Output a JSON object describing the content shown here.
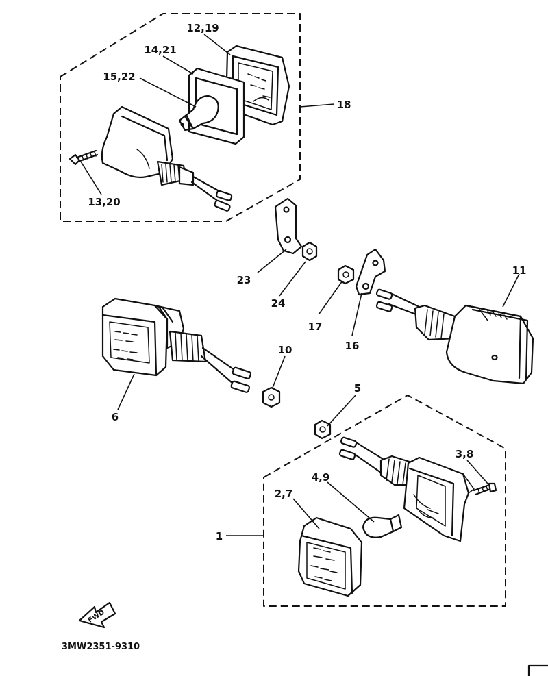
{
  "diagram": {
    "type": "exploded-parts-diagram",
    "drawing_code": "3MW2351-9310",
    "fwd_arrow_label": "FWD",
    "callouts": [
      {
        "id": "c-1",
        "text": "1"
      },
      {
        "id": "c-2-7",
        "text": "2,7"
      },
      {
        "id": "c-3-8",
        "text": "3,8"
      },
      {
        "id": "c-4-9",
        "text": "4,9"
      },
      {
        "id": "c-5",
        "text": "5"
      },
      {
        "id": "c-6",
        "text": "6"
      },
      {
        "id": "c-10",
        "text": "10"
      },
      {
        "id": "c-11",
        "text": "11"
      },
      {
        "id": "c-12-19",
        "text": "12,19"
      },
      {
        "id": "c-13-20",
        "text": "13,20"
      },
      {
        "id": "c-14-21",
        "text": "14,21"
      },
      {
        "id": "c-15-22",
        "text": "15,22"
      },
      {
        "id": "c-16",
        "text": "16"
      },
      {
        "id": "c-17",
        "text": "17"
      },
      {
        "id": "c-18",
        "text": "18"
      },
      {
        "id": "c-23",
        "text": "23"
      },
      {
        "id": "c-24",
        "text": "24"
      }
    ]
  }
}
